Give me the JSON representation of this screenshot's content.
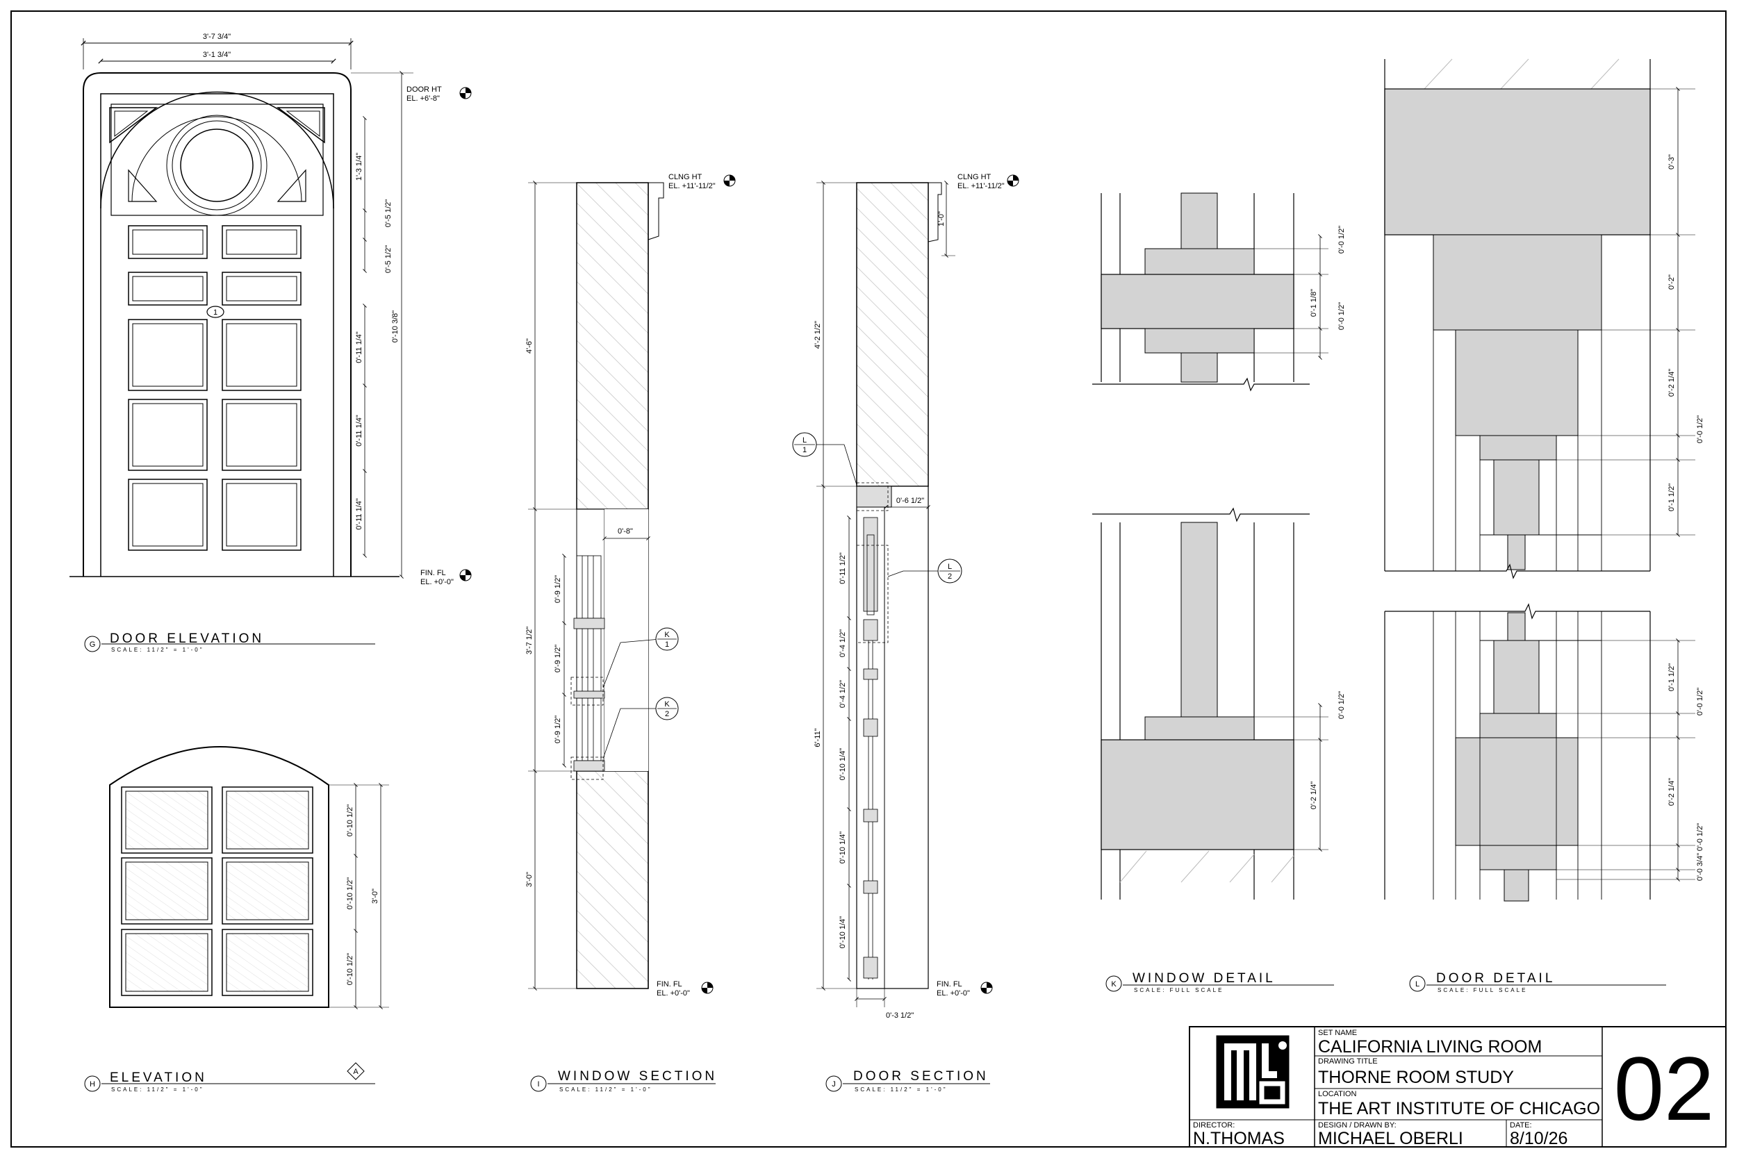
{
  "views": {
    "door_elevation": {
      "badge": "G",
      "title": "DOOR ELEVATION",
      "scale": "SCALE: 11/2\" = 1'-0\"",
      "tag": "1",
      "dim_outer": "3'-7 3/4\"",
      "dim_inner": "3'-1 3/4\"",
      "dims_right": [
        "1'-3 1/4\"",
        "0'-5 1/2\"",
        "0'-5 1/2\"",
        "0'-11 1/4\"",
        "0'-11 1/4\"",
        "0'-11 1/4\""
      ],
      "dim_overall": "0'-10 3/8\"",
      "door_ht_label": "DOOR HT",
      "door_ht_el": "EL. +6'-8\"",
      "fin_fl_label": "FIN. FL",
      "fin_fl_el": "EL. +0'-0\""
    },
    "elevation": {
      "badge": "H",
      "title": "ELEVATION",
      "scale": "SCALE: 11/2\" = 1'-0\"",
      "tag": "A",
      "dims": [
        "0'-10 1/2\"",
        "0'-10 1/2\"",
        "0'-10 1/2\""
      ],
      "dim_overall": "3'-0\""
    },
    "window_section": {
      "badge": "I",
      "title": "WINDOW SECTION",
      "scale": "SCALE: 11/2\" = 1'-0\"",
      "clng_label": "CLNG HT",
      "clng_el": "EL. +11'-11/2\"",
      "fin_fl_label": "FIN. FL",
      "fin_fl_el": "EL. +0'-0\"",
      "dim_top": "4'-6\"",
      "dim_mid": "3'-7 1/2\"",
      "dim_bot": "3'-0\"",
      "dim_depth": "0'-8\"",
      "dims_sash": [
        "0'-9 1/2\"",
        "0'-9 1/2\"",
        "0'-9 1/2\""
      ],
      "callouts": [
        {
          "top": "K",
          "bottom": "1"
        },
        {
          "top": "K",
          "bottom": "2"
        }
      ]
    },
    "door_section": {
      "badge": "J",
      "title": "DOOR SECTION",
      "scale": "SCALE: 11/2\" = 1'-0\"",
      "clng_label": "CLNG HT",
      "clng_el": "EL. +11'-11/2\"",
      "fin_fl_label": "FIN. FL",
      "fin_fl_el": "EL. +0'-0\"",
      "dim_crown": "1'-0\"",
      "dim_top": "4'-2 1/2\"",
      "dim_head": "0'-6 1/2\"",
      "dim_total": "6'-11\"",
      "dims_panels": [
        "0'-11 1/2\"",
        "0'-4 1/2\"",
        "0'-4 1/2\"",
        "0'-10 1/4\"",
        "0'-10 1/4\"",
        "0'-10 1/4\""
      ],
      "dim_thick": "0'-3 1/2\"",
      "callouts": [
        {
          "top": "L",
          "bottom": "1"
        },
        {
          "top": "L",
          "bottom": "2"
        }
      ]
    },
    "window_detail": {
      "badge": "K",
      "title": "WINDOW DETAIL",
      "scale": "SCALE: FULL SCALE",
      "dims_top": [
        "0'-0 1/2\"",
        "0'-1 1/8\"",
        "0'-0 1/2\""
      ],
      "dims_bot": [
        "0'-0 1/2\"",
        "0'-2 1/4\""
      ]
    },
    "door_detail": {
      "badge": "L",
      "title": "DOOR DETAIL",
      "scale": "SCALE: FULL SCALE",
      "dims_top": [
        "0'-3\"",
        "0'-2\"",
        "0'-2 1/4\"",
        "0'-0 1/2\"",
        "0'-1 1/2\""
      ],
      "dims_bot": [
        "0'-1 1/2\"",
        "0'-0 1/2\"",
        "0'-2 1/4\"",
        "0'-0 1/2\"",
        "0'-0 3/4\""
      ]
    }
  },
  "title_block": {
    "set_name_label": "SET NAME",
    "set_name": "CALIFORNIA LIVING ROOM",
    "drawing_title_label": "DRAWING TITLE",
    "drawing_title": "THORNE ROOM STUDY",
    "location_label": "LOCATION",
    "location": "THE ART INSTITUTE OF CHICAGO",
    "director_label": "DIRECTOR:",
    "director": "N.THOMAS",
    "drawn_by_label": "DESIGN / DRAWN BY:",
    "drawn_by": "MICHAEL OBERLI",
    "date_label": "DATE:",
    "date": "8/10/26",
    "sheet_number": "02"
  },
  "logo": {
    "letters": "ML O"
  }
}
